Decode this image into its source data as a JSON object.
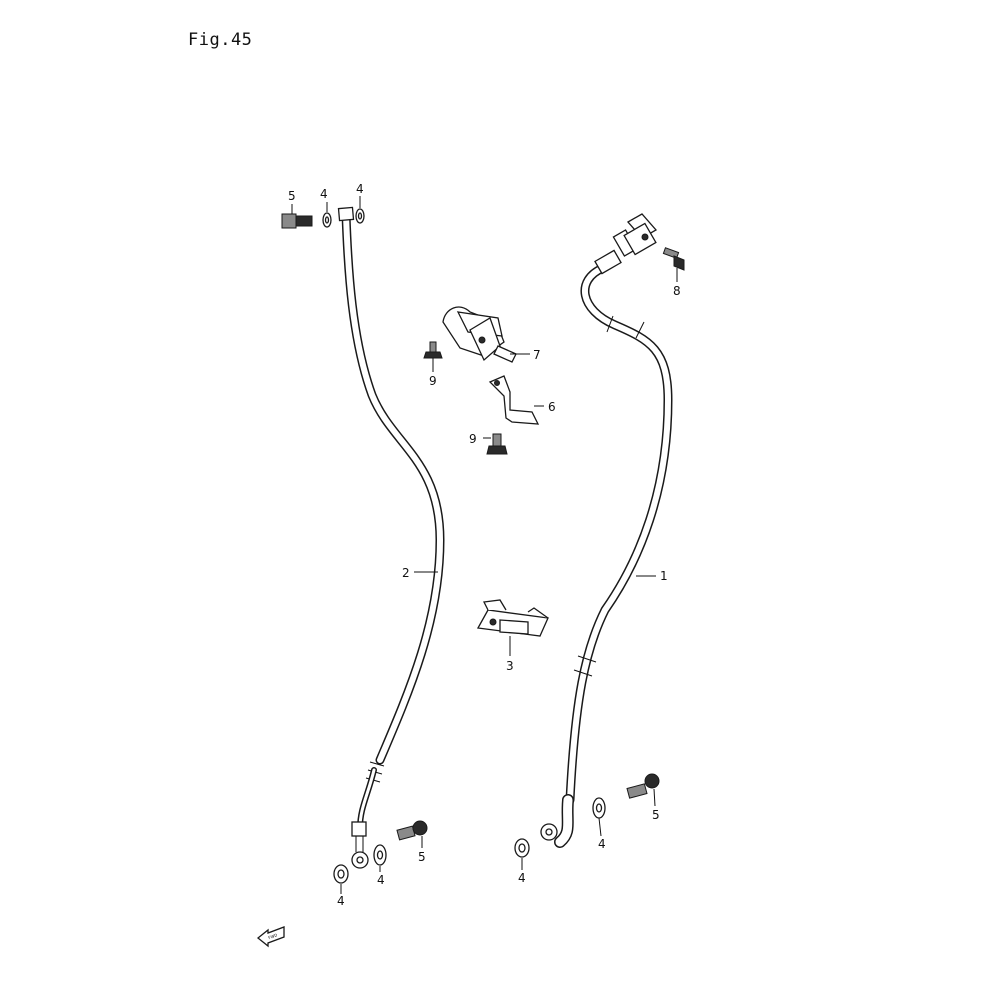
{
  "figure": {
    "title": "Fig.45"
  },
  "callouts": {
    "c1": "1",
    "c2": "2",
    "c3": "3",
    "c4a": "4",
    "c4b": "4",
    "c4c": "4",
    "c4d": "4",
    "c4e": "4",
    "c4f": "4",
    "c5a": "5",
    "c5b": "5",
    "c5c": "5",
    "c6": "6",
    "c7": "7",
    "c8": "8",
    "c9a": "9",
    "c9b": "9"
  },
  "direction_arrow": {
    "label": "FWD"
  }
}
